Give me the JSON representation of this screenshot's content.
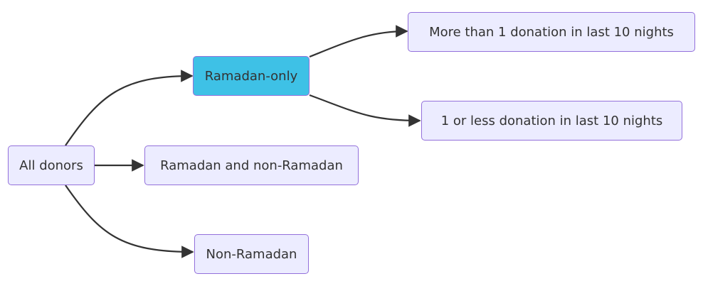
{
  "diagram": {
    "type": "flowchart",
    "direction": "LR",
    "colors": {
      "node_fill": "#ECECFF",
      "node_border": "#9370DB",
      "highlight_fill": "#3EC1E6",
      "edge": "#333333",
      "text": "#333333"
    },
    "nodes": {
      "all_donors": "All donors",
      "ramadan_only": "Ramadan-only",
      "ramadan_and_non": "Ramadan and non-Ramadan",
      "non_ramadan": "Non-Ramadan",
      "more_than_1": "More than 1 donation in last 10 nights",
      "one_or_less": "1 or less donation in last 10 nights"
    },
    "edges": [
      {
        "from": "All donors",
        "to": "Ramadan-only"
      },
      {
        "from": "All donors",
        "to": "Ramadan and non-Ramadan"
      },
      {
        "from": "All donors",
        "to": "Non-Ramadan"
      },
      {
        "from": "Ramadan-only",
        "to": "More than 1 donation in last 10 nights"
      },
      {
        "from": "Ramadan-only",
        "to": "1 or less donation in last 10 nights"
      }
    ]
  }
}
